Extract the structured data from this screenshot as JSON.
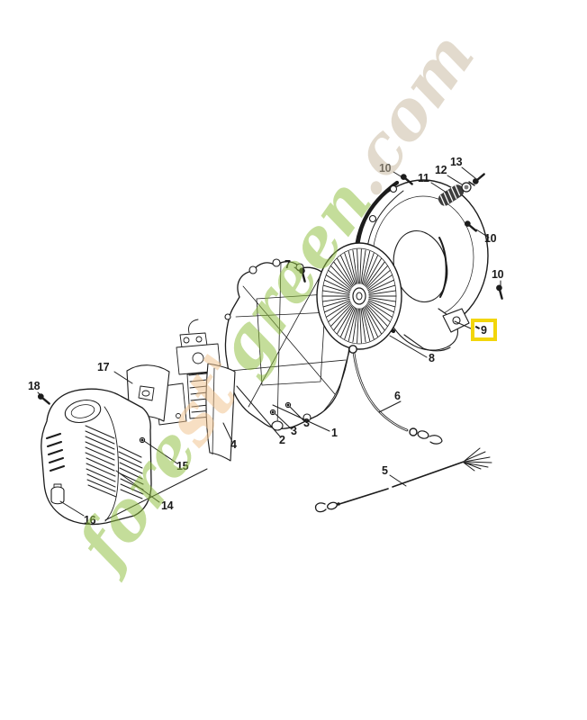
{
  "image": {
    "type": "exploded-parts-diagram",
    "background": "#ffffff"
  },
  "watermark": {
    "segments": [
      {
        "text": "fore",
        "color": "#8fbf3f"
      },
      {
        "text": "st'",
        "color": "#f0c28e"
      },
      {
        "text": "green",
        "color": "#8fbf3f"
      },
      {
        "text": ".com",
        "color": "#c8baa1"
      }
    ]
  },
  "highlight": {
    "part": "9",
    "box_color": "#f2d60b"
  },
  "labels": {
    "l10_top": "10",
    "l11": "11",
    "l12": "12",
    "l13": "13",
    "l10_right_upper": "10",
    "l10_right_lower": "10",
    "l9": "9",
    "l8": "8",
    "l7": "7",
    "l6": "6",
    "l5": "5",
    "l1": "1",
    "l2": "2",
    "l3_a": "3",
    "l3_b": "3",
    "l4": "4",
    "l14": "14",
    "l15": "15",
    "l16": "16",
    "l17": "17",
    "l18": "18"
  }
}
